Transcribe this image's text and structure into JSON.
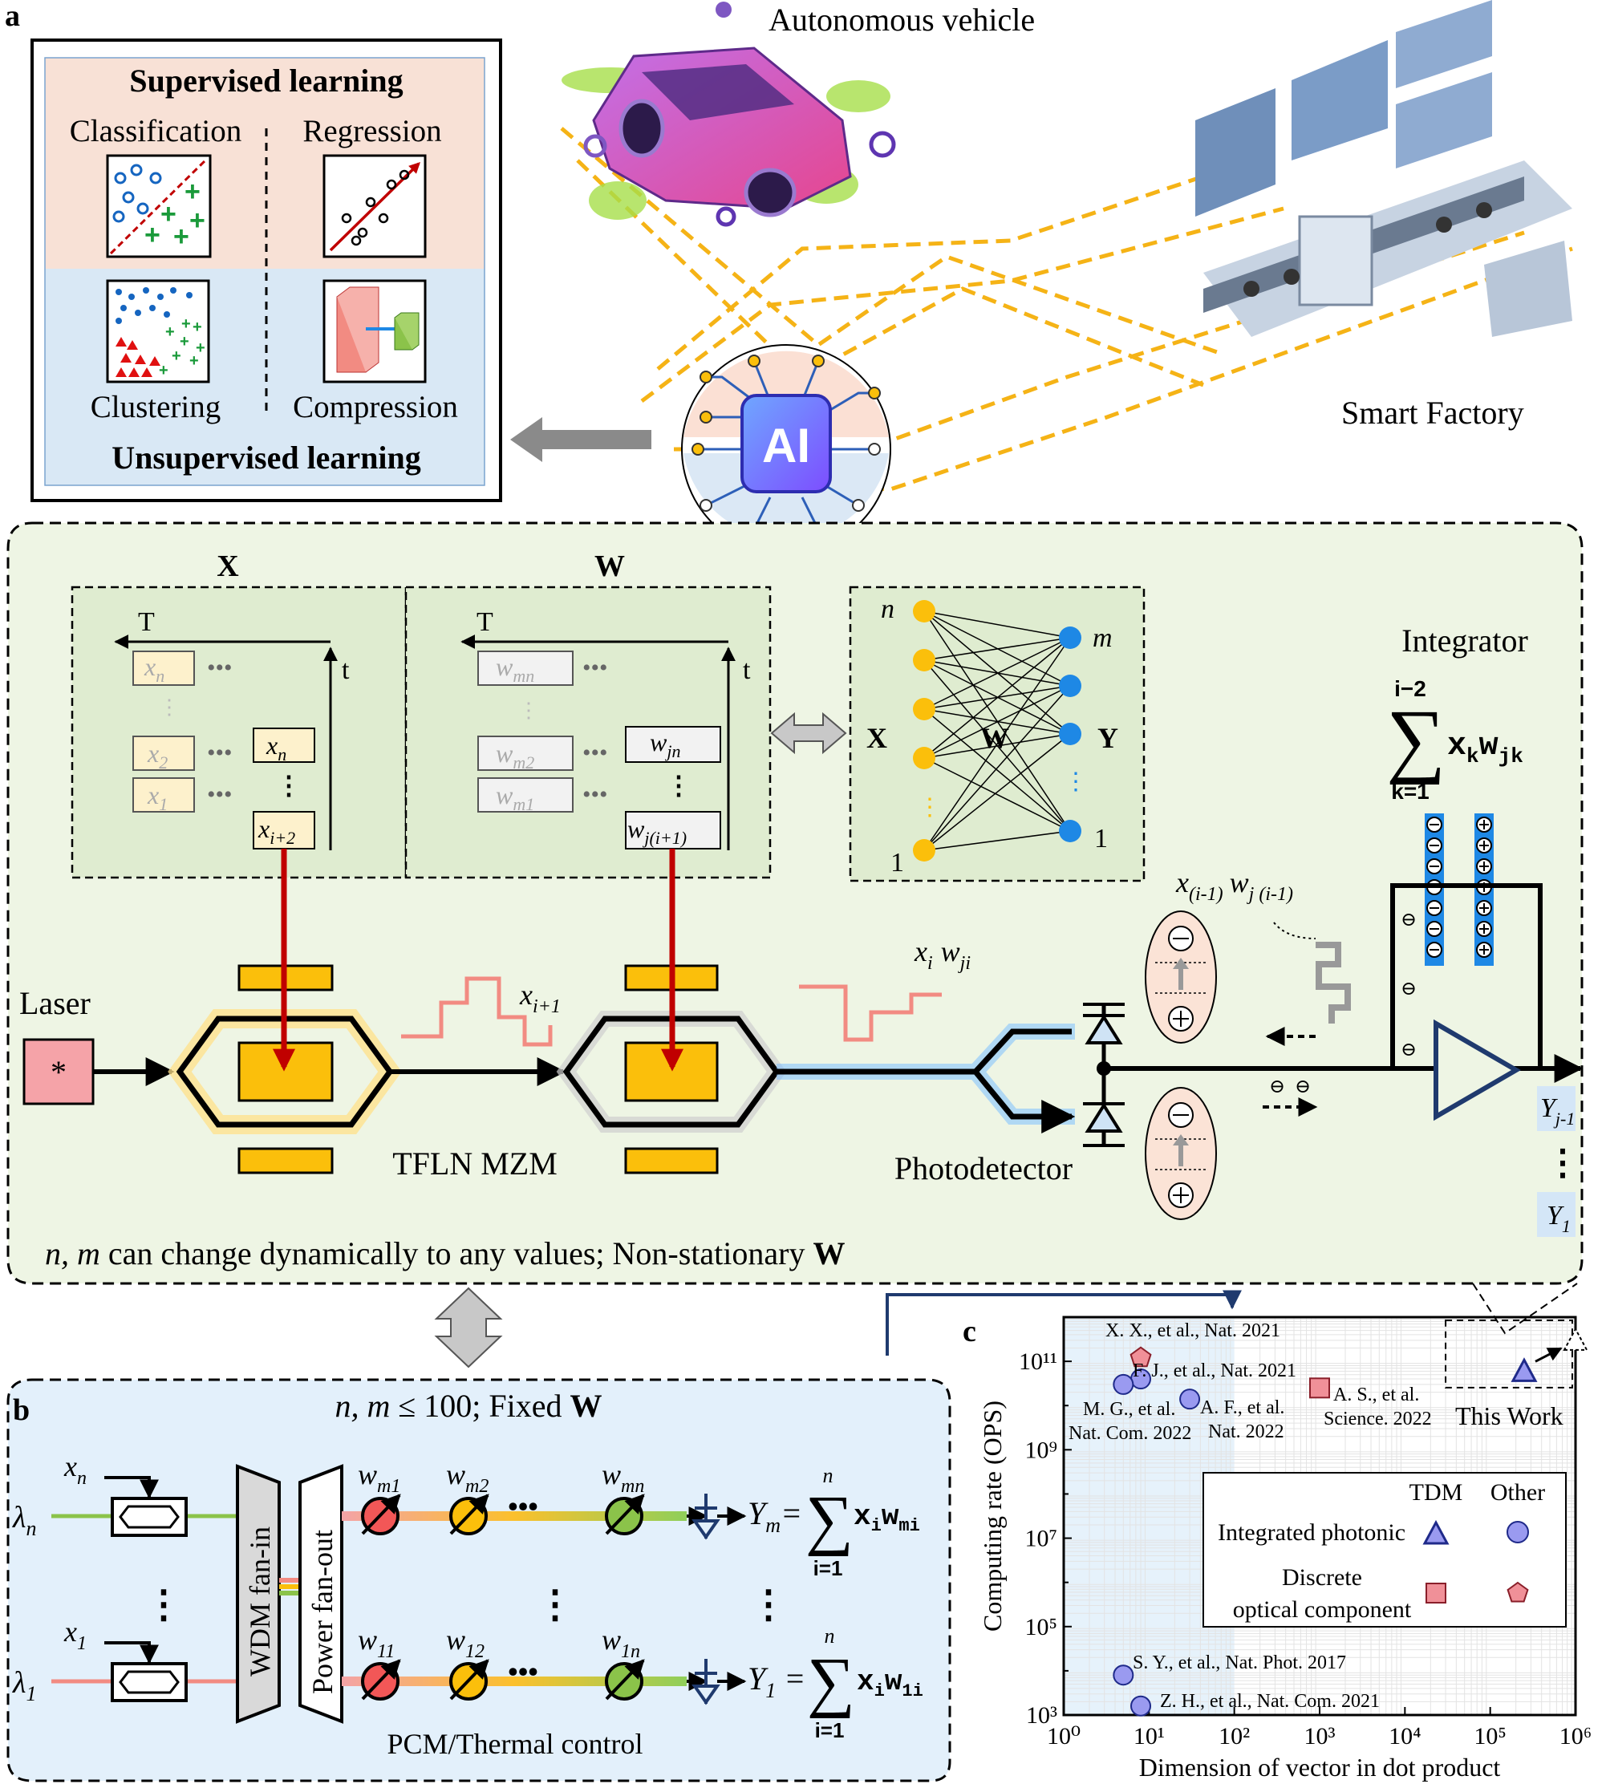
{
  "panel_labels": {
    "a": "a",
    "b": "b",
    "c": "c"
  },
  "panel_a": {
    "supervised_title": "Supervised learning",
    "classification": "Classification",
    "regression": "Regression",
    "clustering": "Clustering",
    "compression": "Compression",
    "unsupervised_title": "Unsupervised learning",
    "ai_label": "AI",
    "autonomous_vehicle": "Autonomous vehicle",
    "smart_factory": "Smart Factory",
    "x_title": "X",
    "w_title": "W",
    "time_cap": "T",
    "time_small": "t",
    "nn_n": "n",
    "nn_m": "m",
    "nn_x": "X",
    "nn_w": "W",
    "nn_y": "Y",
    "nn_one_left": "1",
    "nn_one_right": "1",
    "integrator": "Integrator",
    "sum_upper": "i−2",
    "sum_lower": "k=1",
    "sum_term": "x",
    "sum_term_sub": "k",
    "sum_term2": "w",
    "sum_term2_sub": "jk",
    "laser": "Laser",
    "laser_symbol": "*",
    "tfln_mzm": "TFLN MZM",
    "photodetector": "Photodetector",
    "signal_x_i1": "x",
    "signal_x_i1_sub": "i+1",
    "signal_xw": "x",
    "signal_xw_sub1": "i",
    "signal_xw_w": "w",
    "signal_xw_sub2": "ji",
    "prev_x": "x",
    "prev_x_sub": "(i-1)",
    "prev_w": "w",
    "prev_w_sub": "j (i-1)",
    "out_y1": "Y",
    "out_y1_sub": "1",
    "out_yj": "Y",
    "out_yj_sub": "j-1",
    "caption_lead": "n, m",
    "caption_mid": " can change dynamically to any values; Non-stationary ",
    "caption_bold": "W"
  },
  "panel_b": {
    "title_lead": "n, m",
    "title_mid": " ≤ 100; Fixed ",
    "title_bold": "W",
    "wdm": "WDM fan-in",
    "power": "Power fan-out",
    "control": "PCM/Thermal control",
    "lambda": "λ",
    "lambda_n": "n",
    "lambda_1": "1",
    "x": "x",
    "x_n": "n",
    "x_1": "1",
    "w": "w",
    "top_weights": [
      "m1",
      "m2",
      "mn"
    ],
    "bottom_weights": [
      "11",
      "12",
      "1n"
    ],
    "y_m": "m",
    "y_1": "1",
    "sum_top": "n",
    "sum_bottom": "i=1",
    "sum_term_top": "x",
    "sum_term_top_w": "w",
    "sum_term_top_sub": "mi",
    "sum_term_bottom_sub": "1i"
  },
  "chart_data": {
    "type": "scatter",
    "xlabel": "Dimension of vector in dot product",
    "ylabel": "Computing rate (OPS)",
    "x_scale": "log",
    "y_scale": "log",
    "xlim": [
      1,
      1000000
    ],
    "ylim": [
      1000,
      1000000000000
    ],
    "x_ticks": [
      "10⁰",
      "10¹",
      "10²",
      "10³",
      "10⁴",
      "10⁵",
      "10⁶"
    ],
    "y_ticks": [
      "10³",
      "10⁵",
      "10⁷",
      "10⁹",
      "10¹¹"
    ],
    "legend": {
      "col_tdm": "TDM",
      "col_other": "Other",
      "row_integrated": "Integrated photonic",
      "row_discrete_1": "Discrete",
      "row_discrete_2": "optical component",
      "placement": "right"
    },
    "points": [
      {
        "label": "X. X., et al., Nat. 2021",
        "x": 8,
        "y": 120000000000,
        "marker": "pentagon",
        "color": "#f09098"
      },
      {
        "label": "F. J., et al., Nat. 2021",
        "x": 8,
        "y": 40000000000,
        "marker": "circle",
        "color": "#9a9af0"
      },
      {
        "label": "M. G., et al. Nat. Com. 2022",
        "x": 5,
        "y": 30000000000,
        "marker": "circle",
        "color": "#9a9af0"
      },
      {
        "label": "A. F., et al. Nat. 2022",
        "x": 30,
        "y": 14000000000,
        "marker": "circle",
        "color": "#9a9af0"
      },
      {
        "label": "A. S., et al. Science. 2022",
        "x": 1000,
        "y": 25000000000,
        "marker": "square",
        "color": "#f09098"
      },
      {
        "label": "This Work",
        "x": 250000,
        "y": 60000000000,
        "marker": "triangle",
        "color": "#9a9af0"
      },
      {
        "label": "",
        "x": 1000000,
        "y": 300000000000,
        "marker": "triangle-dashed",
        "color": "#ffffff"
      },
      {
        "label": "S. Y., et al., Nat. Phot. 2017",
        "x": 5,
        "y": 8000,
        "marker": "circle",
        "color": "#9a9af0"
      },
      {
        "label": "Z. H., et al., Nat. Com. 2021",
        "x": 8,
        "y": 1600,
        "marker": "circle",
        "color": "#9a9af0"
      }
    ],
    "annotations": {
      "xx": "X. X., et al., Nat. 2021",
      "fj": "F. J., et al., Nat. 2021",
      "mg1": "M. G., et al.",
      "mg2": "Nat. Com. 2022",
      "af1": "A. F., et al.",
      "af2": "Nat. 2022",
      "as1": "A. S., et al.",
      "as2": "Science. 2022",
      "this_work": "This Work",
      "sy": "S. Y., et al., Nat. Phot. 2017",
      "zh": "Z. H., et al., Nat. Com. 2021"
    }
  },
  "colors": {
    "green_bg": "#eef5e4",
    "blue_bg": "#e3f0fb",
    "orange": "#fbbf0b",
    "red_arrow": "#c00000",
    "yellow_dash": "#f5b316",
    "laser_pink": "#f5a3a8",
    "legend_purple": "#9a9af0",
    "legend_pink": "#f09098"
  }
}
